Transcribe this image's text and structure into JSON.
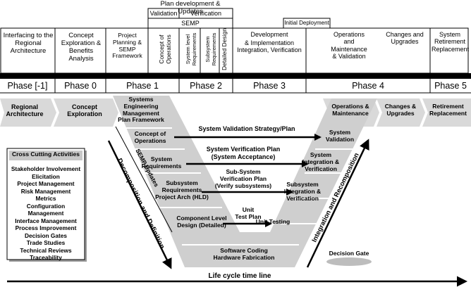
{
  "top": {
    "plan_dev": "Plan development & Updates",
    "validation": "Validation",
    "verification": "Verification",
    "semp": "SEMP",
    "initial_deployment": "Initial Deployment"
  },
  "columns": {
    "c1": "Interfacing to the Regional Architecture",
    "c2": "Concept Exploration & Benefits Analysis",
    "c3": "Project Planning & SEMP Framework",
    "c4": "Concept of Operations",
    "c5": "System level Requirements",
    "c6": "Subsystem Requirements",
    "c7": "Detailed Design",
    "c8a": "Development",
    "c8b": "& Implementation Integration, Verification",
    "c9": "Operations and Maintenance & Validation",
    "c10": "Changes and Upgrades",
    "c11": "System Retirement Replacement"
  },
  "phases": [
    "Phase [-1]",
    "Phase 0",
    "Phase 1",
    "Phase 2",
    "Phase 3",
    "Phase 4",
    "Phase 5"
  ],
  "chevrons": {
    "regional": "Regional Architecture",
    "concept_exploration": "Concept Exploration",
    "operations_maintenance": "Operations & Maintenance",
    "changes_upgrades": "Changes & Upgrades",
    "retirement": "Retirement Replacement"
  },
  "left_v": {
    "sep": "Systems Engineering Management Plan Framework",
    "conops": "Concept of Operations",
    "sysreq": "System Requirements",
    "subreq": "Subsystem Requirements Project Arch (HLD)",
    "component": "Component Level Design (Detailed)"
  },
  "bottom_v": "Software Coding Hardware Fabrication",
  "right_v": {
    "sysval": "System Validation",
    "sysint": "System Integration & Verification",
    "subint": "Subsystem Integration & Verification",
    "unit": "Unit Testing"
  },
  "plans": {
    "validation": "System Validation Strategy/Plan",
    "verification1": "System Verification Plan",
    "verification2": "(System Acceptance)",
    "subsystem1": "Sub-System",
    "subsystem2": "Verification Plan",
    "subsystem3": "(Verify subsystems)",
    "unit1": "Unit",
    "unit2": "Test Plan"
  },
  "cross_cutting": {
    "title": "Cross Cutting Activities",
    "items": [
      "Stakeholder Involvement",
      "Elicitation",
      "Project Management",
      "Risk Management",
      "Metrics",
      "Configuration Management",
      "Interface Management",
      "Process Improvement",
      "Decision Gates",
      "Trade Studies",
      "Technical Reviews",
      "Traceability"
    ]
  },
  "arrows": {
    "decomposition": "Decomposition and Definition",
    "semp_updates": "SEMP Updates",
    "integration": "Integration and Recomposition",
    "timeline": "Life cycle time line"
  },
  "legend": {
    "decision_gate": "Decision Gate"
  }
}
